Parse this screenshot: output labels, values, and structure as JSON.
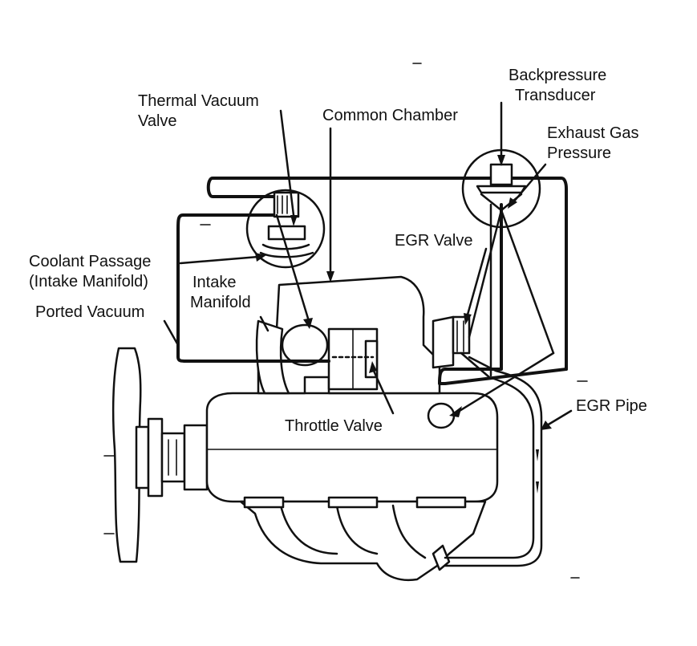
{
  "labels": {
    "backpressure_transducer": [
      "Backpressure",
      "Transducer"
    ],
    "thermal_vacuum_valve": [
      "Thermal Vacuum",
      "Valve"
    ],
    "common_chamber": "Common Chamber",
    "exhaust_gas_pressure": [
      "Exhaust Gas",
      "Pressure"
    ],
    "egr_valve": "EGR Valve",
    "coolant_passage": [
      "Coolant Passage",
      "(Intake Manifold)"
    ],
    "intake_manifold": [
      "Intake",
      "Manifold"
    ],
    "ported_vacuum": "Ported Vacuum",
    "egr_pipe": "EGR Pipe",
    "throttle_valve": "Throttle Valve"
  },
  "colors": {
    "ink": "#111111",
    "paper": "#ffffff"
  }
}
